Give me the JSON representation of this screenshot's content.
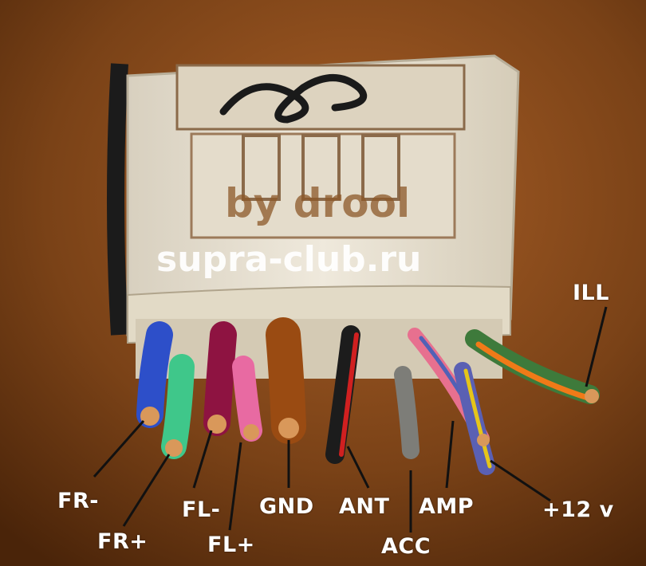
{
  "watermark": {
    "line1": "by drool",
    "line2": "supra-club.ru"
  },
  "labels": {
    "fr_minus": "FR-",
    "fr_plus": "FR+",
    "fl_minus": "FL-",
    "fl_plus": "FL+",
    "gnd": "GND",
    "ant": "ANT",
    "acc": "ACC",
    "amp": "AMP",
    "plus12v": "+12 v",
    "ill": "ILL"
  },
  "colors": {
    "background": "#6b3a14",
    "connector": "#e9e2d2",
    "label_text": "#ffffff",
    "leader_line": "#111111"
  }
}
